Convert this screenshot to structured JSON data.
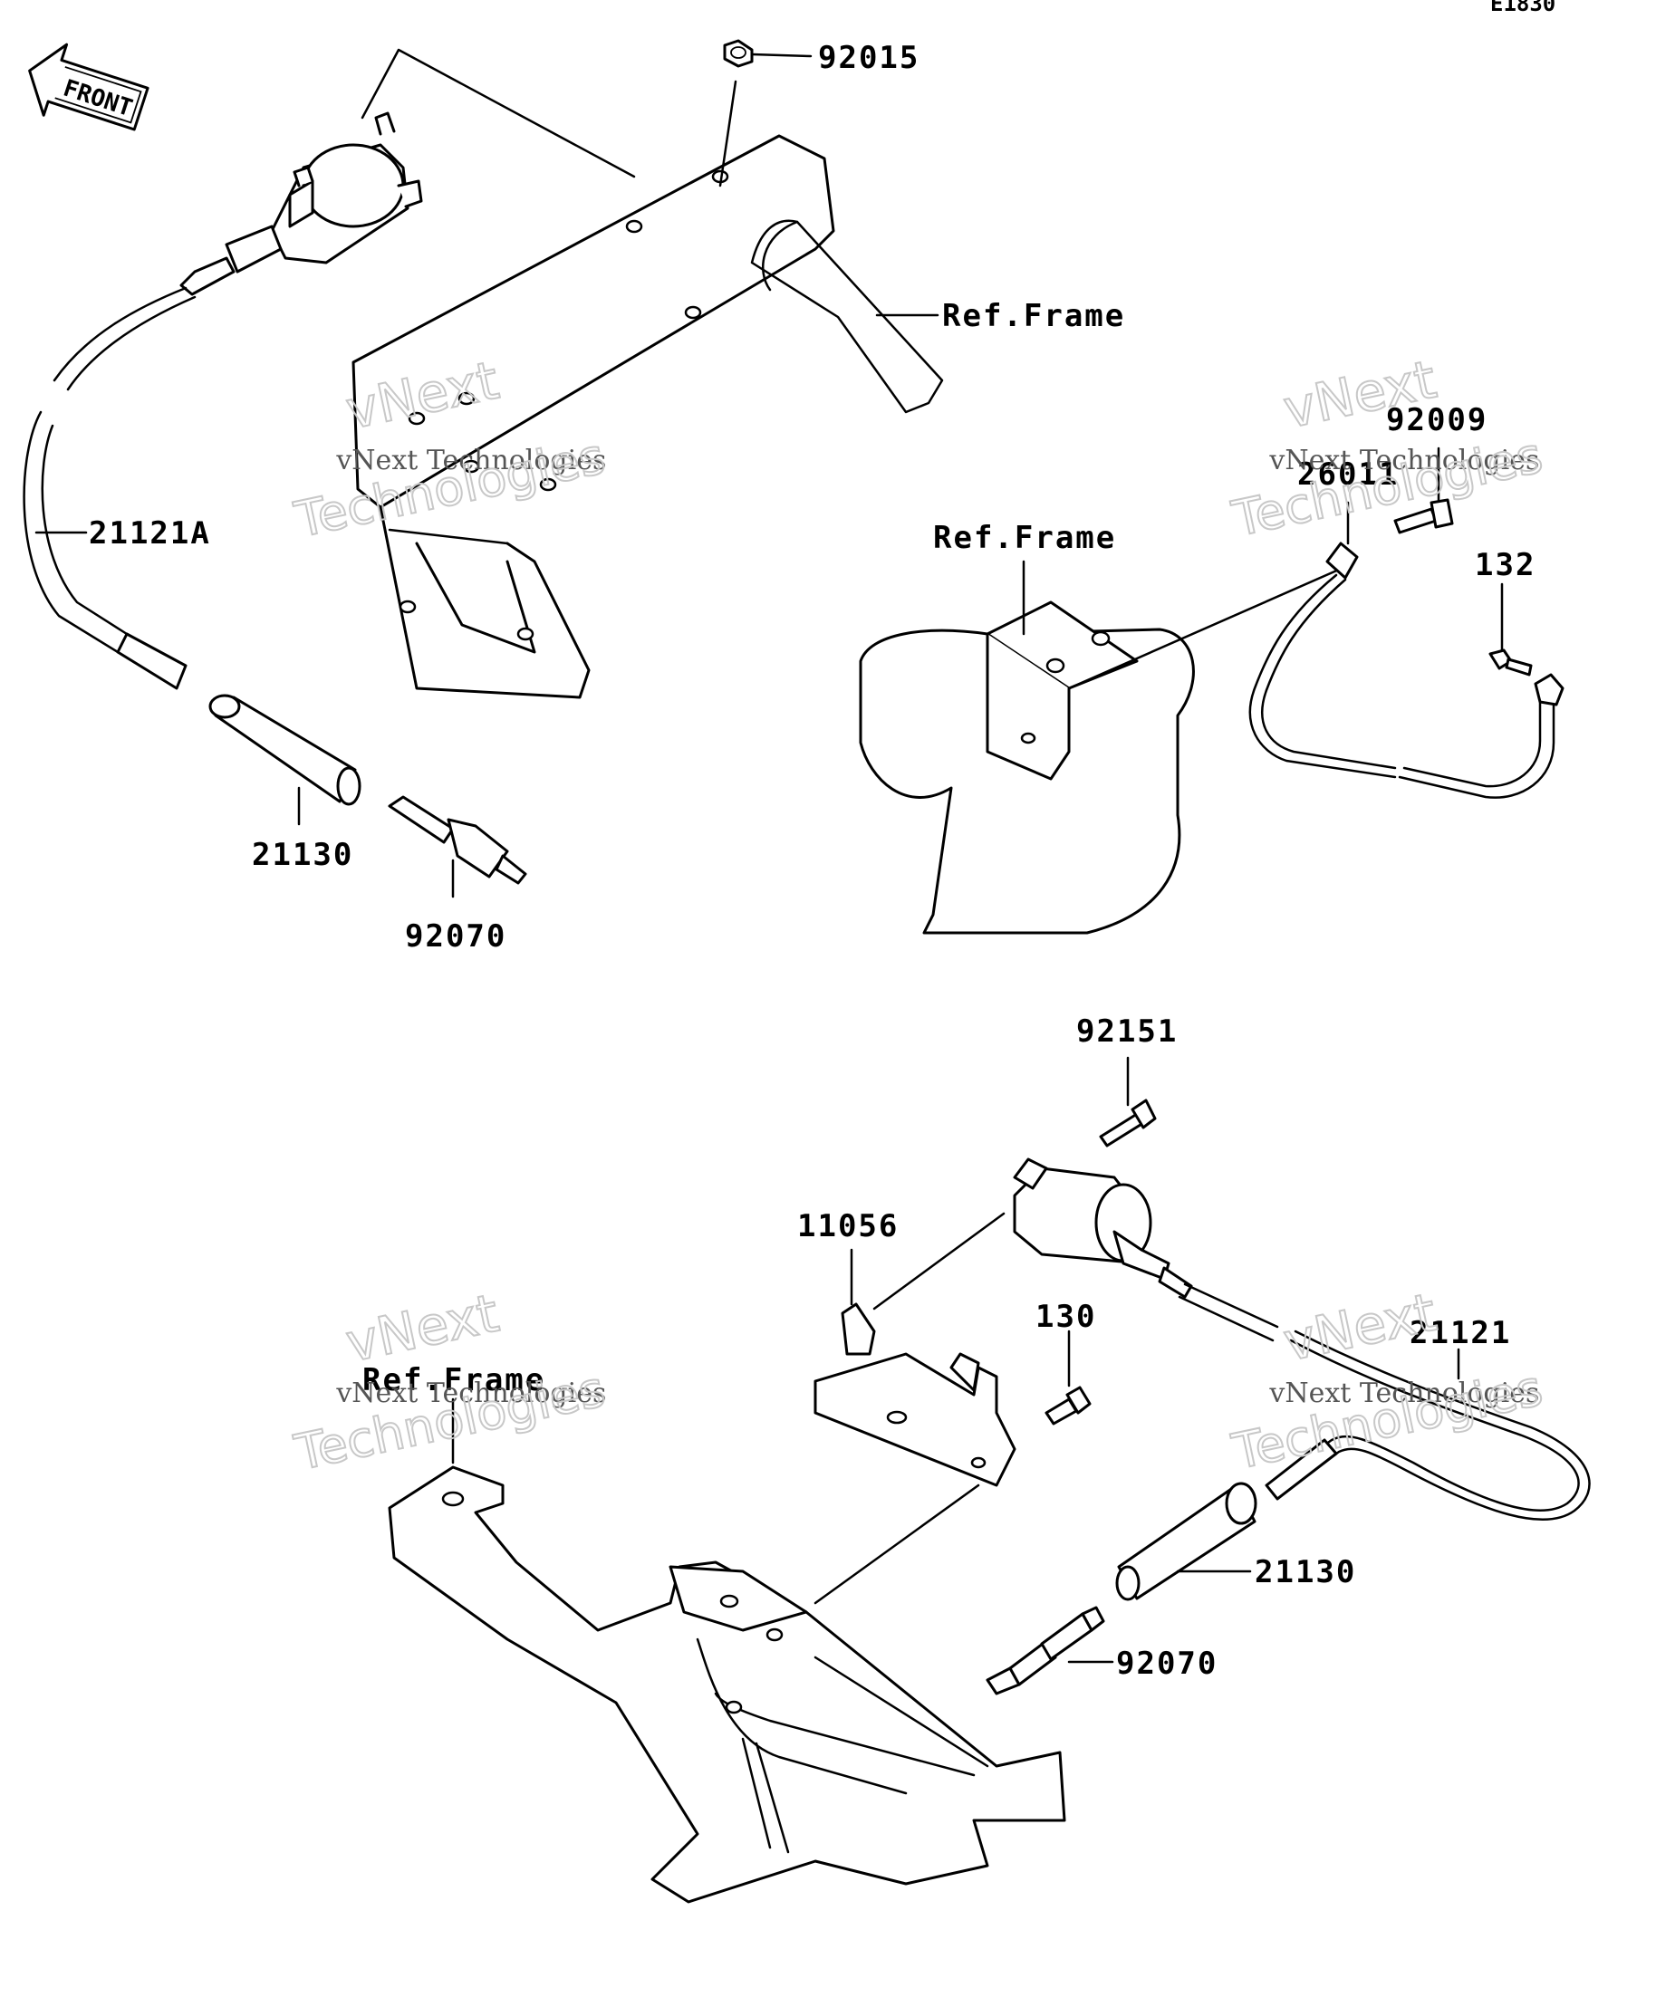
{
  "diagram_code": "E1830",
  "front_arrow": {
    "label": "FRONT"
  },
  "parts": {
    "p92015": "92015",
    "p21121A": "21121A",
    "p21130_top": "21130",
    "p92070_top": "92070",
    "p92009": "92009",
    "p26011": "26011",
    "p132": "132",
    "p92151": "92151",
    "p11056": "11056",
    "p130": "130",
    "p21121": "21121",
    "p21130_bottom": "21130",
    "p92070_bottom": "92070"
  },
  "refs": {
    "frame_top_center": "Ref.Frame",
    "frame_top_right": "Ref.Frame",
    "frame_bottom": "Ref.Frame"
  },
  "watermark": {
    "line1": "vNext",
    "line2": "vNext Technologies",
    "line3": "Technologies"
  }
}
